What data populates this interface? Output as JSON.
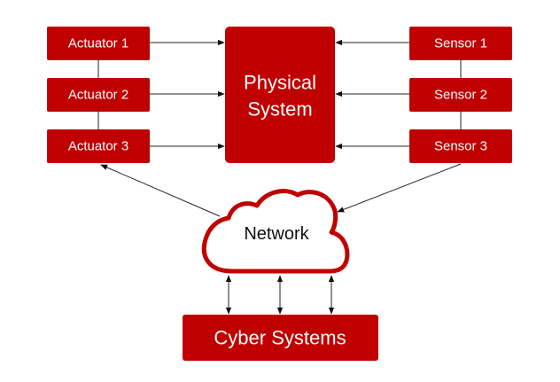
{
  "diagram": {
    "actuators": [
      "Actuator 1",
      "Actuator 2",
      "Actuator 3"
    ],
    "physical_system": [
      "Physical",
      "System"
    ],
    "sensors": [
      "Sensor 1",
      "Sensor 2",
      "Sensor 3"
    ],
    "network": "Network",
    "cyber_systems": "Cyber Systems",
    "colors": {
      "box_fill": "#c00000",
      "box_text": "#ffffff",
      "cloud_stroke": "#c00000",
      "line": "#222222"
    }
  }
}
